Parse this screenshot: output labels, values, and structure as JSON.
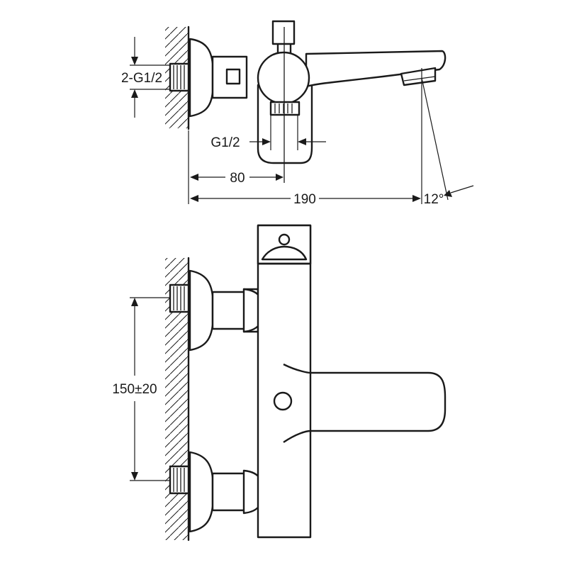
{
  "dimensions": {
    "inlet_thread": "2-G1/2",
    "outlet_thread": "G1/2",
    "depth_to_outlet": "80",
    "total_depth": "190",
    "spout_angle": "12°",
    "inlet_spacing": "150±20"
  },
  "colors": {
    "line": "#1a1a1a",
    "background": "#ffffff"
  }
}
